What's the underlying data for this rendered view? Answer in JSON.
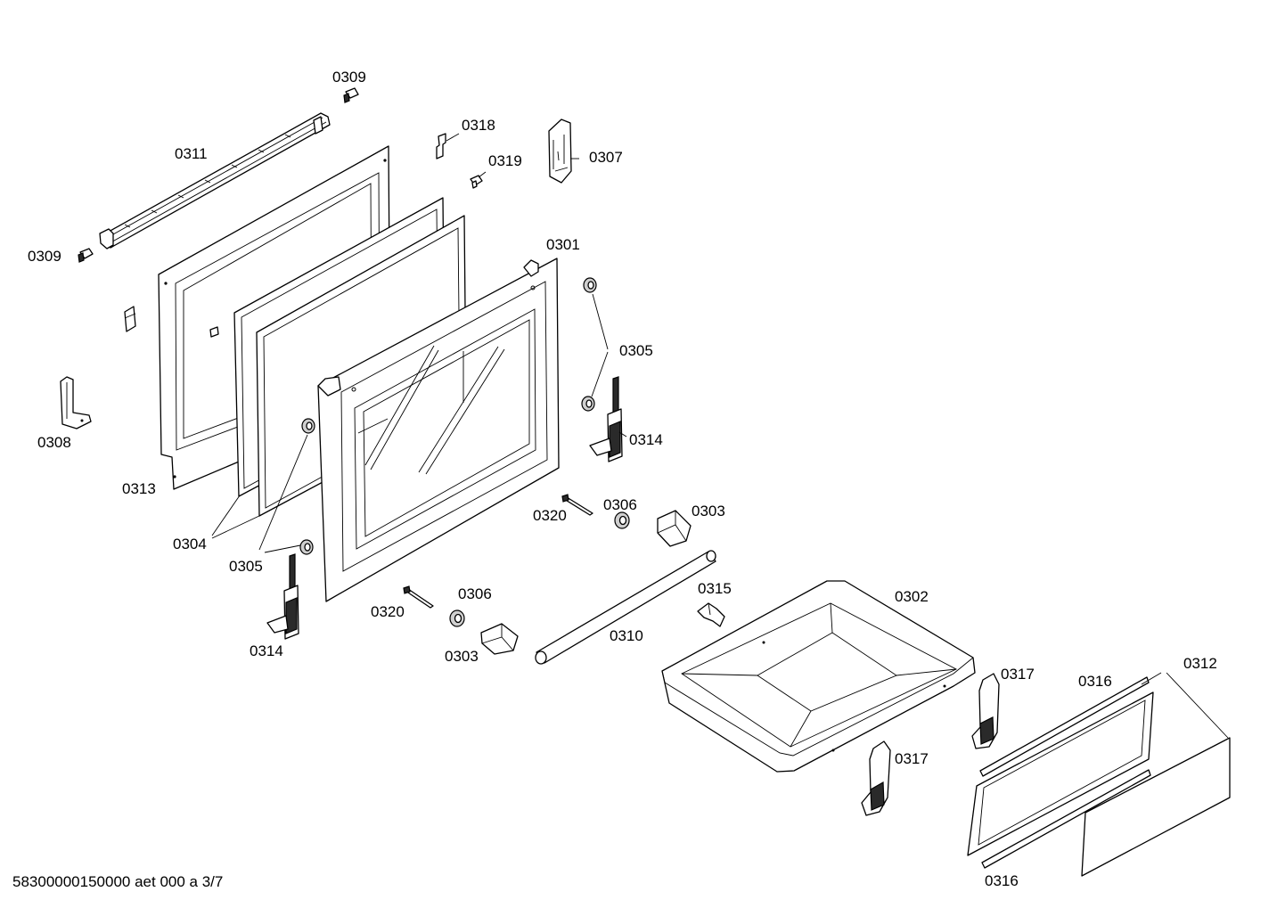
{
  "footer": {
    "document_code": "58300000150000 aet 000 a 3/7"
  },
  "callouts": {
    "c0301": "0301",
    "c0302": "0302",
    "c0303_upper": "0303",
    "c0303_lower": "0303",
    "c0304": "0304",
    "c0305_right": "0305",
    "c0305_left": "0305",
    "c0306_upper": "0306",
    "c0306_lower": "0306",
    "c0307": "0307",
    "c0308": "0308",
    "c0309_top": "0309",
    "c0309_left": "0309",
    "c0310": "0310",
    "c0311": "0311",
    "c0312": "0312",
    "c0313": "0313",
    "c0314_right": "0314",
    "c0314_left": "0314",
    "c0315": "0315",
    "c0316_upper": "0316",
    "c0316_lower": "0316",
    "c0317_upper": "0317",
    "c0317_lower": "0317",
    "c0318": "0318",
    "c0319": "0319",
    "c0320_upper": "0320",
    "c0320_lower": "0320"
  }
}
